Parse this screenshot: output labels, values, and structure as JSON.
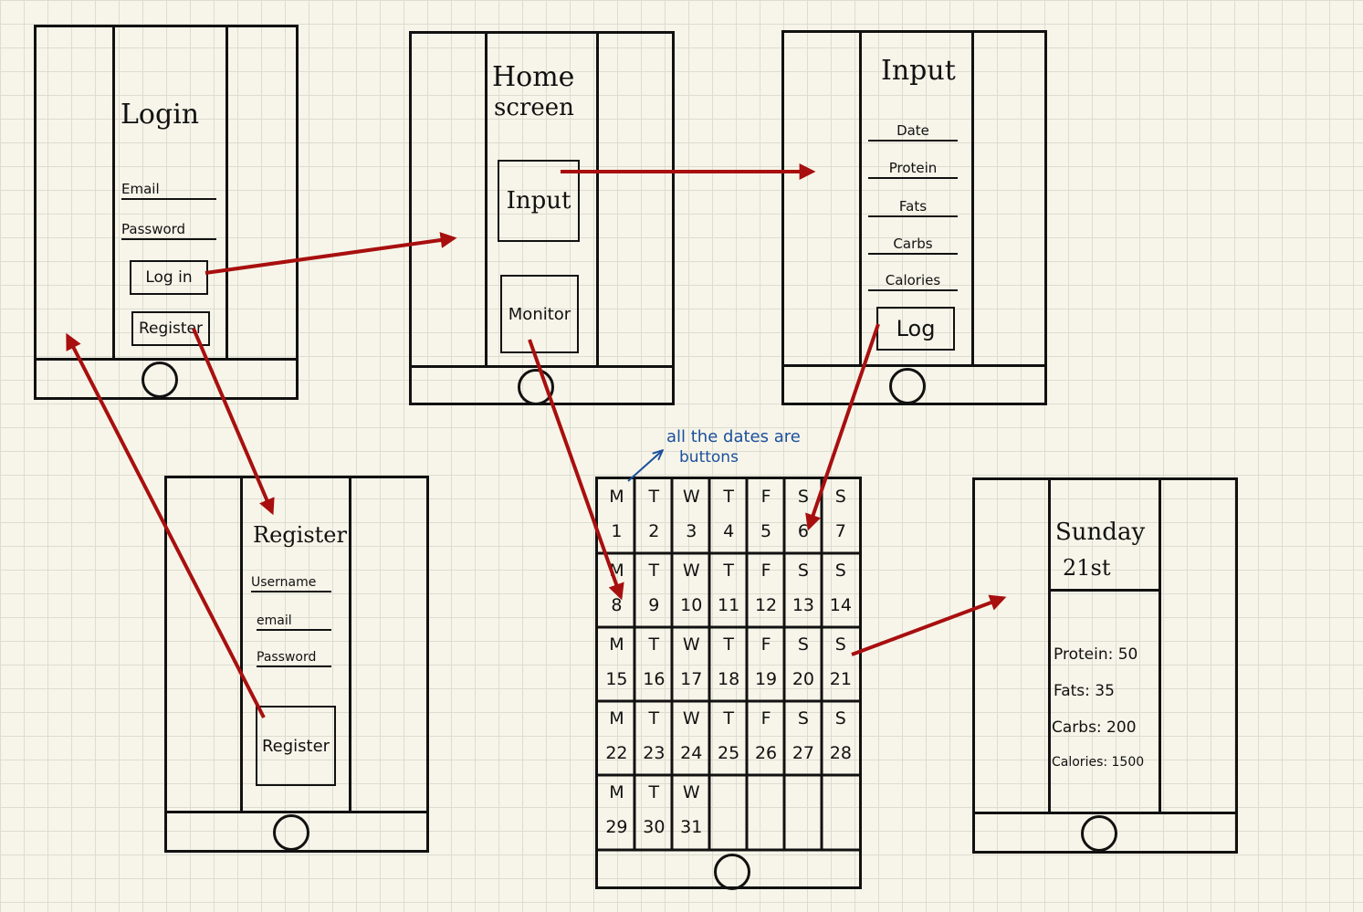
{
  "login": {
    "title": "Login",
    "email": "Email",
    "password": "Password",
    "login_button": "Log in",
    "register_button": "Register"
  },
  "home": {
    "title_line1": "Home",
    "title_line2": "screen",
    "input_button": "Input",
    "monitor_button": "Monitor"
  },
  "input": {
    "title": "Input",
    "fields": [
      "Date",
      "Protein",
      "Fats",
      "Carbs",
      "Calories"
    ],
    "log_button": "Log"
  },
  "register": {
    "title": "Register",
    "fields": [
      "Username",
      "email",
      "Password"
    ],
    "register_button": "Register"
  },
  "calendar": {
    "annotation_line1": "all the dates are",
    "annotation_line2": "buttons",
    "weeks": [
      [
        [
          "M",
          "1"
        ],
        [
          "T",
          "2"
        ],
        [
          "W",
          "3"
        ],
        [
          "T",
          "4"
        ],
        [
          "F",
          "5"
        ],
        [
          "S",
          "6"
        ],
        [
          "S",
          "7"
        ]
      ],
      [
        [
          "M",
          "8"
        ],
        [
          "T",
          "9"
        ],
        [
          "W",
          "10"
        ],
        [
          "T",
          "11"
        ],
        [
          "F",
          "12"
        ],
        [
          "S",
          "13"
        ],
        [
          "S",
          "14"
        ]
      ],
      [
        [
          "M",
          "15"
        ],
        [
          "T",
          "16"
        ],
        [
          "W",
          "17"
        ],
        [
          "T",
          "18"
        ],
        [
          "F",
          "19"
        ],
        [
          "S",
          "20"
        ],
        [
          "S",
          "21"
        ]
      ],
      [
        [
          "M",
          "22"
        ],
        [
          "T",
          "23"
        ],
        [
          "W",
          "24"
        ],
        [
          "T",
          "25"
        ],
        [
          "F",
          "26"
        ],
        [
          "S",
          "27"
        ],
        [
          "S",
          "28"
        ]
      ],
      [
        [
          "M",
          "29"
        ],
        [
          "T",
          "30"
        ],
        [
          "W",
          "31"
        ]
      ]
    ]
  },
  "day": {
    "title_line1": "Sunday",
    "title_line2": "21st",
    "stats": [
      "Protein: 50",
      "Fats: 35",
      "Carbs: 200",
      "Calories: 1500"
    ]
  },
  "colors": {
    "ink": "#111111",
    "arrow": "#a80f0f",
    "annotation": "#1a4f9c",
    "paper": "#f7f5e9",
    "grid": "#dcdcd0"
  }
}
